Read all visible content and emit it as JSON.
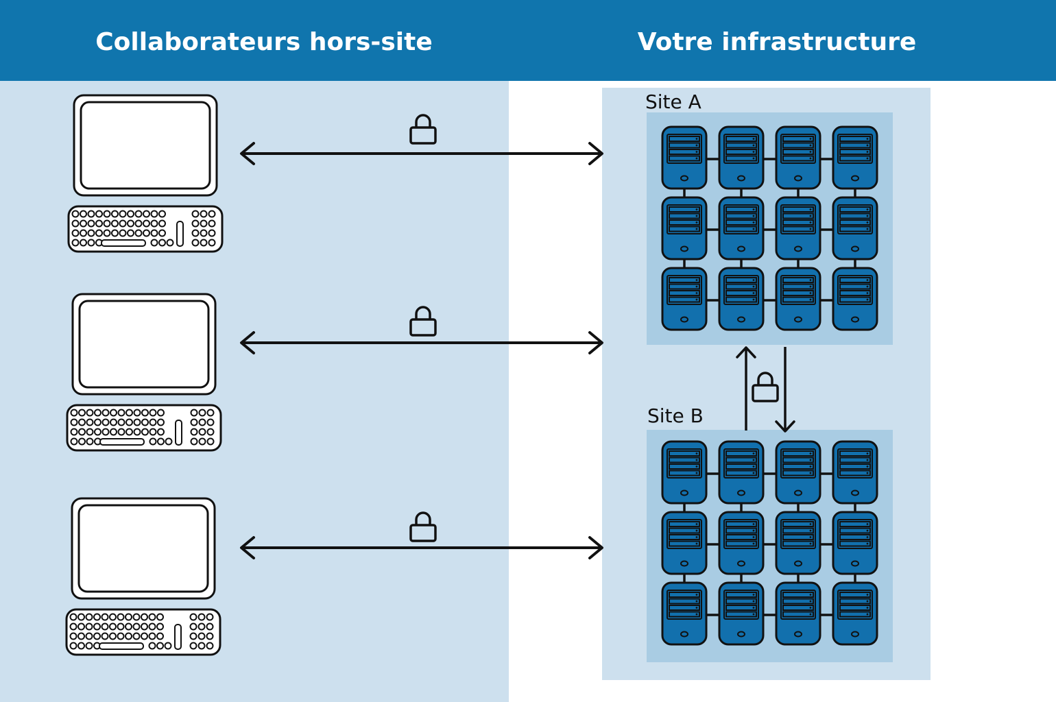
{
  "header": {
    "left_title": "Collaborateurs hors-site",
    "right_title": "Votre infrastructure"
  },
  "sites": [
    {
      "label": "Site A",
      "server_rows": 3,
      "server_cols": 4
    },
    {
      "label": "Site B",
      "server_rows": 3,
      "server_cols": 4
    }
  ],
  "workstations": [
    {
      "icon": "computer-icon"
    },
    {
      "icon": "computer-icon"
    },
    {
      "icon": "computer-icon"
    }
  ],
  "connections": [
    {
      "type": "bidirectional",
      "secured": true,
      "icon": "lock-icon"
    },
    {
      "type": "bidirectional",
      "secured": true,
      "icon": "lock-icon"
    },
    {
      "type": "bidirectional",
      "secured": true,
      "icon": "lock-icon"
    },
    {
      "type": "site-to-site",
      "secured": true,
      "icon": "lock-icon"
    }
  ],
  "colors": {
    "header": "#1075ad",
    "panel": "#cde0ee",
    "site_box": "#a9cce3",
    "server": "#1270ad",
    "outline": "#111111"
  }
}
